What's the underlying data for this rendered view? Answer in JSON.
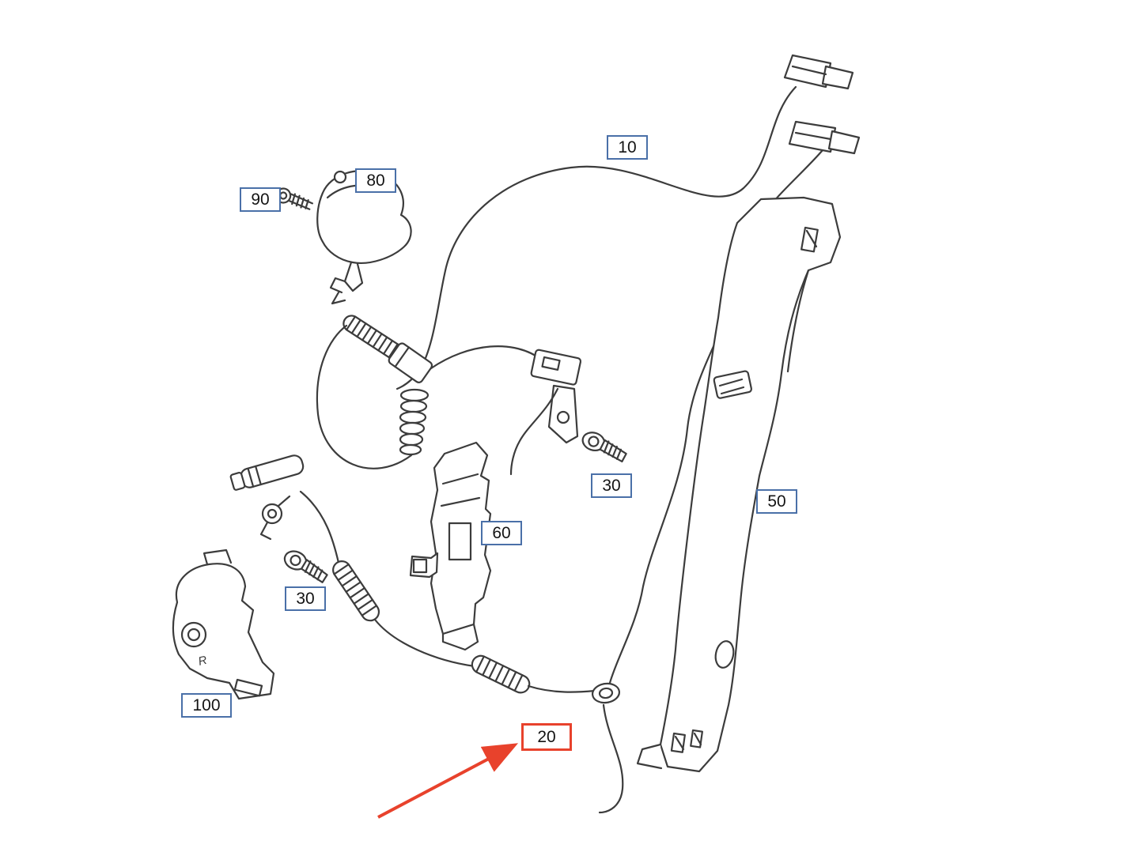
{
  "diagram": {
    "part_marking": "R",
    "colors": {
      "callout_border": "#4a70a8",
      "highlight": "#e8422c",
      "line_art": "#3c3c3c",
      "background": "#ffffff"
    },
    "callouts": [
      {
        "label": "10",
        "highlighted": false
      },
      {
        "label": "20",
        "highlighted": true
      },
      {
        "label": "30",
        "highlighted": false
      },
      {
        "label": "30",
        "highlighted": false
      },
      {
        "label": "50",
        "highlighted": false
      },
      {
        "label": "60",
        "highlighted": false
      },
      {
        "label": "80",
        "highlighted": false
      },
      {
        "label": "90",
        "highlighted": false
      },
      {
        "label": "100",
        "highlighted": false
      }
    ]
  }
}
